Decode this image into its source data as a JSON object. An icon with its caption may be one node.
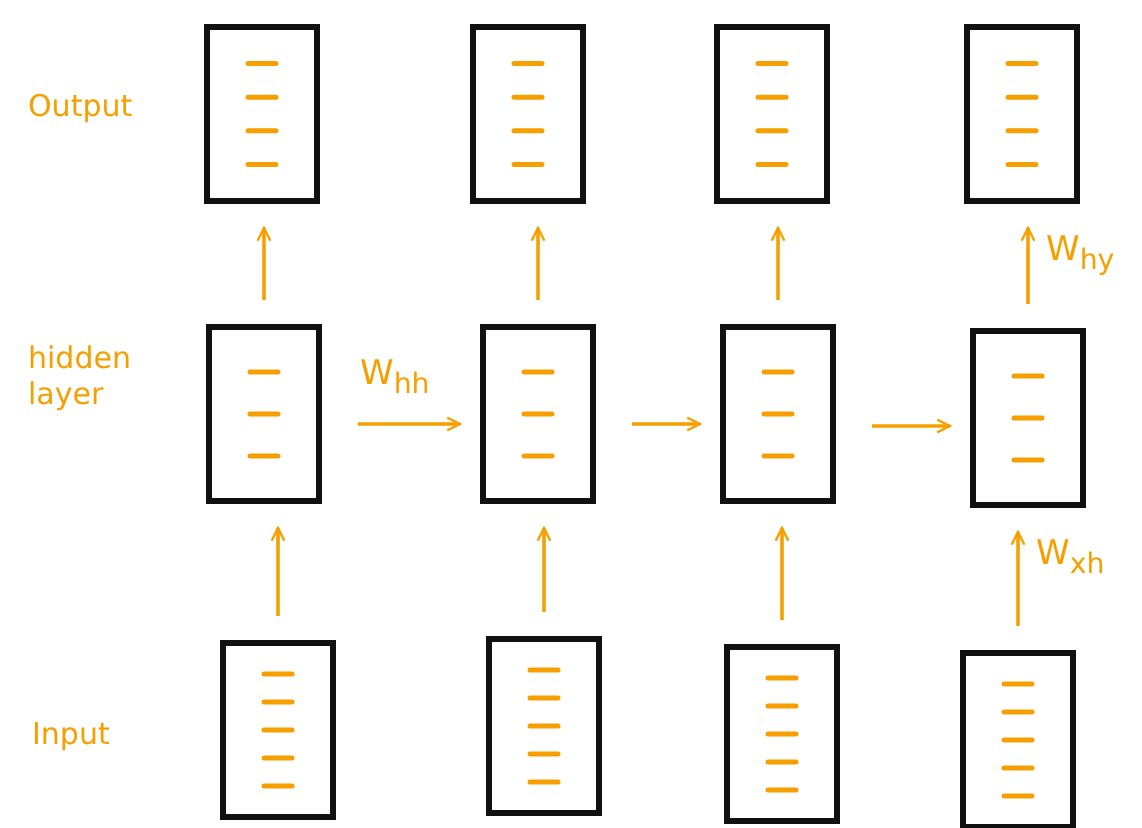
{
  "diagram": {
    "nodes": [
      {
        "text": [],
        "shape": "box"
      },
      {
        "text": [],
        "shape": "box"
      },
      {
        "text": [],
        "shape": "box"
      },
      {
        "text": [],
        "shape": "box"
      },
      {
        "text": [],
        "shape": "box"
      },
      {
        "text": [],
        "shape": "box"
      },
      {
        "text": [],
        "shape": "box"
      },
      {
        "text": [],
        "shape": "box"
      },
      {
        "text": [],
        "shape": "box"
      },
      {
        "text": [],
        "shape": "box"
      },
      {
        "text": [],
        "shape": "box"
      },
      {
        "text": [],
        "shape": "box"
      }
    ],
    "edges": [
      {
        "from": 8,
        "to": 4,
        "arrow": "to"
      },
      {
        "from": 9,
        "to": 5,
        "arrow": "to"
      },
      {
        "from": 10,
        "to": 6,
        "arrow": "to"
      },
      {
        "from": 11,
        "to": 7,
        "arrow": "to",
        "label": "W$_{xh}$"
      },
      {
        "from": 4,
        "to": 0,
        "arrow": "to"
      },
      {
        "from": 5,
        "to": 1,
        "arrow": "to"
      },
      {
        "from": 6,
        "to": 2,
        "arrow": "to"
      },
      {
        "from": 7,
        "to": 3,
        "arrow": "to",
        "label": "W$_{hy}$"
      },
      {
        "from": 4,
        "to": 5,
        "arrow": "to",
        "label": "W$_{hh}$"
      },
      {
        "from": 5,
        "to": 6,
        "arrow": "to"
      },
      {
        "from": 6,
        "to": 7,
        "arrow": "to"
      }
    ],
    "labels": [
      "Output",
      "hidden layer",
      "Input"
    ]
  }
}
